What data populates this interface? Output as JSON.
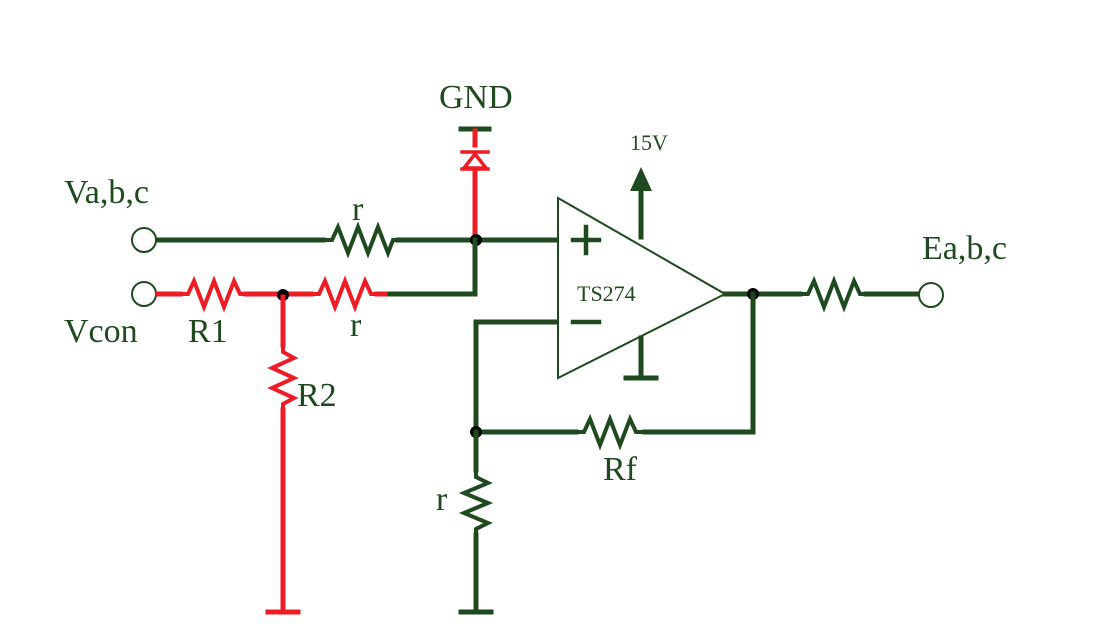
{
  "colors": {
    "wire": "#1f4a1f",
    "highlight": "#ee1c24",
    "background": "#ffffff"
  },
  "labels": {
    "gnd": "GND",
    "supply": "15V",
    "input": "Va,b,c",
    "control": "Vcon",
    "output": "Ea,b,c",
    "opamp": "TS274",
    "plus": "+",
    "minus": "−",
    "r_top": "r",
    "r_mid": "r",
    "r1": "R1",
    "r2": "R2",
    "rf": "Rf",
    "r_bottom": "r"
  }
}
